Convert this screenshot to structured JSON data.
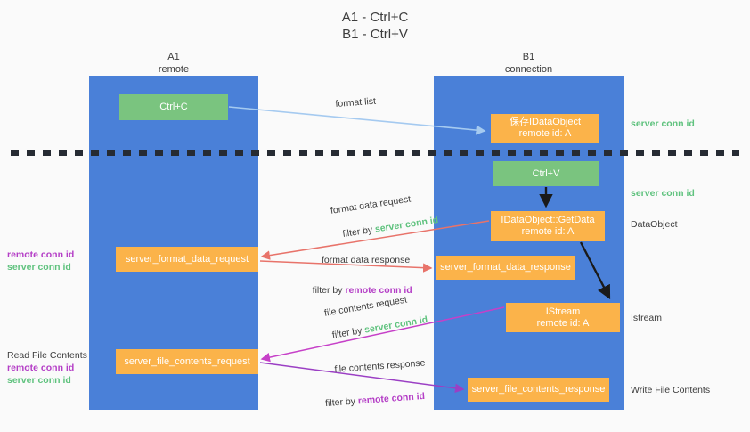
{
  "title": "A1 - Ctrl+C\nB1 - Ctrl+V",
  "colors": {
    "lane_blue": "#4a80d8",
    "node_green": "#7ac47f",
    "node_orange": "#fbb34a",
    "server_conn_green": "#5fc27e",
    "remote_conn_purple": "#b43ec6",
    "arrow_lightblue": "#a5caf0",
    "arrow_red": "#e8736a",
    "arrow_magenta": "#c640c8",
    "arrow_purple": "#9b3fc4",
    "arrow_black": "#1a1a1a",
    "dashed_divider": "#262b33"
  },
  "lanes": [
    {
      "id": "a1",
      "title": "A1",
      "subtitle": "remote"
    },
    {
      "id": "b1",
      "title": "B1",
      "subtitle": "connection"
    }
  ],
  "headers": {
    "a1": "A1\nremote",
    "b1": "B1\nconnection"
  },
  "nodes": {
    "ctrl_c": "Ctrl+C",
    "save_idataobject": "保存IDataObject\nremote id: A",
    "ctrl_v": "Ctrl+V",
    "getdata": "IDataObject::GetData\nremote id: A",
    "istream": "IStream\nremote id: A",
    "server_format_data_request": "server_format_data_request",
    "server_format_data_response": "server_format_data_response",
    "server_file_contents_request": "server_file_contents_request",
    "server_file_contents_response": "server_file_contents_response"
  },
  "edge_labels": {
    "format_list": "format list",
    "format_data_request": "format data request",
    "format_data_response": "format data response",
    "file_contents_request": "file contents request",
    "file_contents_response": "file contents response",
    "filter_by": "filter by ",
    "server_conn_id": "server conn id",
    "remote_conn_id": "remote conn id"
  },
  "side_labels": {
    "server_conn_id_top": "server conn id",
    "server_conn_id_mid": "server conn id",
    "dataobject": "DataObject",
    "istream": "Istream",
    "write_file_contents": "Write File Contents"
  },
  "left_labels": {
    "read_file_contents": "Read File Contents",
    "remote_conn_id": "remote conn id",
    "server_conn_id": "server conn id"
  }
}
